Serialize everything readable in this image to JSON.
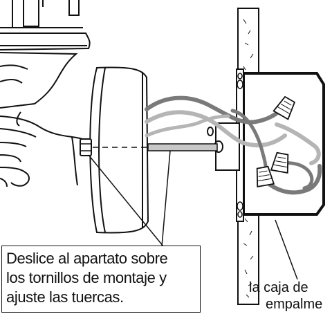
{
  "callout": {
    "line1": "Deslice al apartato sobre",
    "line2": "los tornillos de montaje y",
    "line3": "ajuste las tuercas."
  },
  "junction_box_label": {
    "line1": "la caja de",
    "line2": "empalme"
  },
  "colors": {
    "line": "#111111",
    "wire_dark": "#7a7a7a",
    "wire_light": "#b5b5b5",
    "screw": "#c8c8c8",
    "background": "#ffffff"
  }
}
